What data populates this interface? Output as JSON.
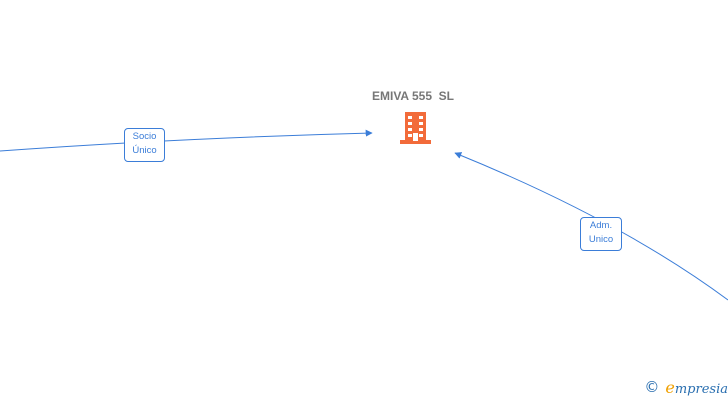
{
  "company": {
    "name": "EMIVA 555  SL",
    "icon": "building-icon",
    "color": "#f26b3a"
  },
  "edges": [
    {
      "label_lines": [
        "Socio",
        "Único"
      ]
    },
    {
      "label_lines": [
        "Adm.",
        "Unico"
      ]
    }
  ],
  "colors": {
    "edge": "#3b7dd8",
    "title": "#777777"
  },
  "watermark": {
    "copyright_symbol": "©",
    "brand_initial": "e",
    "brand_rest": "mpresia"
  }
}
